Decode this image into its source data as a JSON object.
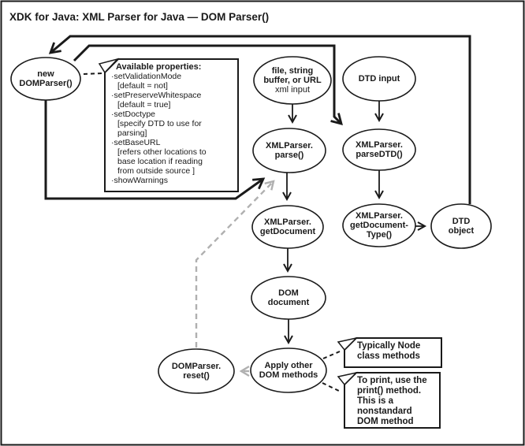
{
  "title": "XDK for Java: XML Parser for Java — DOM Parser()",
  "nodes": {
    "new_domparser": {
      "label": "new\nDOMParser()"
    },
    "xml_input": {
      "label": "file, string\nbuffer, or URL",
      "sublabel": "xml input"
    },
    "dtd_input": {
      "label": "DTD input"
    },
    "parse": {
      "label": "XMLParser.\nparse()"
    },
    "parse_dtd": {
      "label": "XMLParser.\nparseDTD()"
    },
    "get_document": {
      "label": "XMLParser.\ngetDocument"
    },
    "get_document_type": {
      "label": "XMLParser.\ngetDocument-\nType()"
    },
    "dtd_object": {
      "label": "DTD\nobject"
    },
    "dom_document": {
      "label": "DOM\ndocument"
    },
    "apply_methods": {
      "label": "Apply other\nDOM methods"
    },
    "reset": {
      "label": "DOMParser.\nreset()"
    }
  },
  "properties_note": {
    "header": "Available properties:",
    "items": [
      "setValidationMode\n[default = not]",
      "setPreserveWhitespace\n[default = true]",
      "setDoctype\n[specify DTD to use for\nparsing]",
      "setBaseURL\n[refers other locations to\nbase location if reading\nfrom outside source ]",
      "showWarnings"
    ]
  },
  "annotations": {
    "node_methods": "Typically Node\nclass methods",
    "print_method": "To print, use the\nprint() method.\nThis is a\nnonstandard\nDOM method"
  },
  "colors": {
    "line": "#1a1a1a",
    "gray_dash": "#b0b0b0",
    "background": "#ffffff"
  }
}
